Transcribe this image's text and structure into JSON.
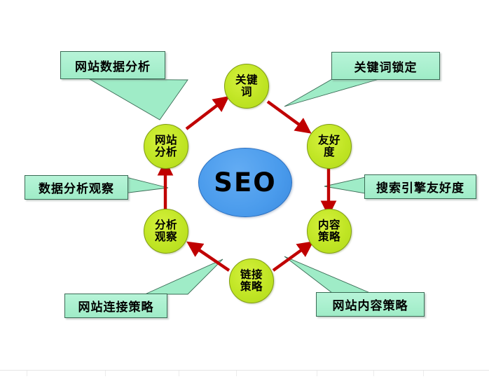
{
  "diagram": {
    "title_text": "SEO",
    "center_node": {
      "label": "SEO",
      "color": "#4a9bec"
    },
    "node_color": "#c0e524",
    "callout_color": "#a9f0cf",
    "arrow_color": "#c00000",
    "pointer_color": "#9fecc7",
    "nodes": [
      {
        "id": "keyword",
        "line1": "关键",
        "line2": "词"
      },
      {
        "id": "friendliness",
        "line1": "友好",
        "line2": "度"
      },
      {
        "id": "content-policy",
        "line1": "内容",
        "line2": "策略"
      },
      {
        "id": "link-policy",
        "line1": "链接",
        "line2": "策略"
      },
      {
        "id": "analysis-watch",
        "line1": "分析",
        "line2": "观察"
      },
      {
        "id": "site-analysis",
        "line1": "网站",
        "line2": "分析"
      }
    ],
    "callouts": [
      {
        "id": "site-data-analysis",
        "label": "网站数据分析"
      },
      {
        "id": "keyword-lock",
        "label": "关键词锁定"
      },
      {
        "id": "search-engine-friendliness",
        "label": "搜索引擎友好度"
      },
      {
        "id": "site-content-policy",
        "label": "网站内容策略"
      },
      {
        "id": "site-link-policy",
        "label": "网站连接策略"
      },
      {
        "id": "data-analysis-observation",
        "label": "数据分析观察"
      }
    ],
    "flow": [
      {
        "from": "site-analysis",
        "to": "keyword"
      },
      {
        "from": "keyword",
        "to": "friendliness"
      },
      {
        "from": "friendliness",
        "to": "content-policy"
      },
      {
        "from": "link-policy",
        "to": "content-policy"
      },
      {
        "from": "link-policy",
        "to": "analysis-watch"
      },
      {
        "from": "analysis-watch",
        "to": "site-analysis"
      }
    ]
  }
}
